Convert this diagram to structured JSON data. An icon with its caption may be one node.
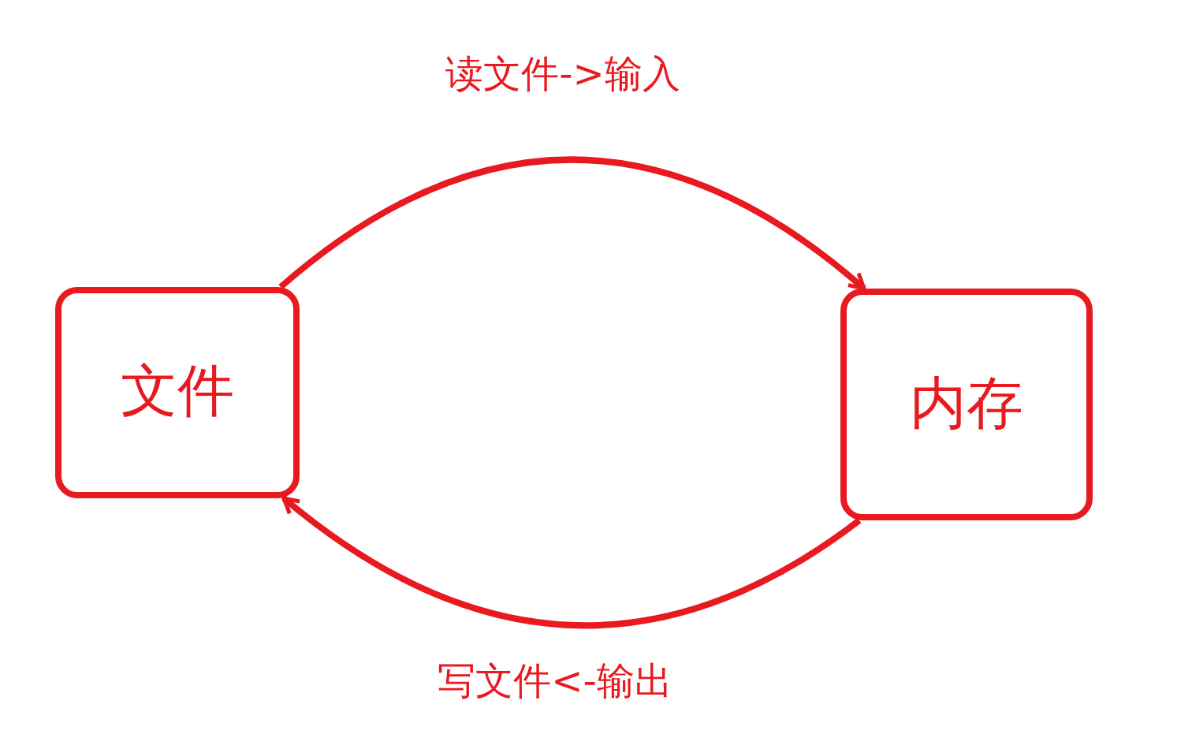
{
  "diagram": {
    "nodes": [
      {
        "text": [
          "文件"
        ]
      },
      {
        "text": [
          "内存"
        ]
      }
    ],
    "edges": [
      {
        "from": 0,
        "to": 1,
        "arrow": "to",
        "label": "读文件->输入"
      },
      {
        "from": 1,
        "to": 0,
        "arrow": "to",
        "label": "写文件<-输出"
      }
    ]
  }
}
